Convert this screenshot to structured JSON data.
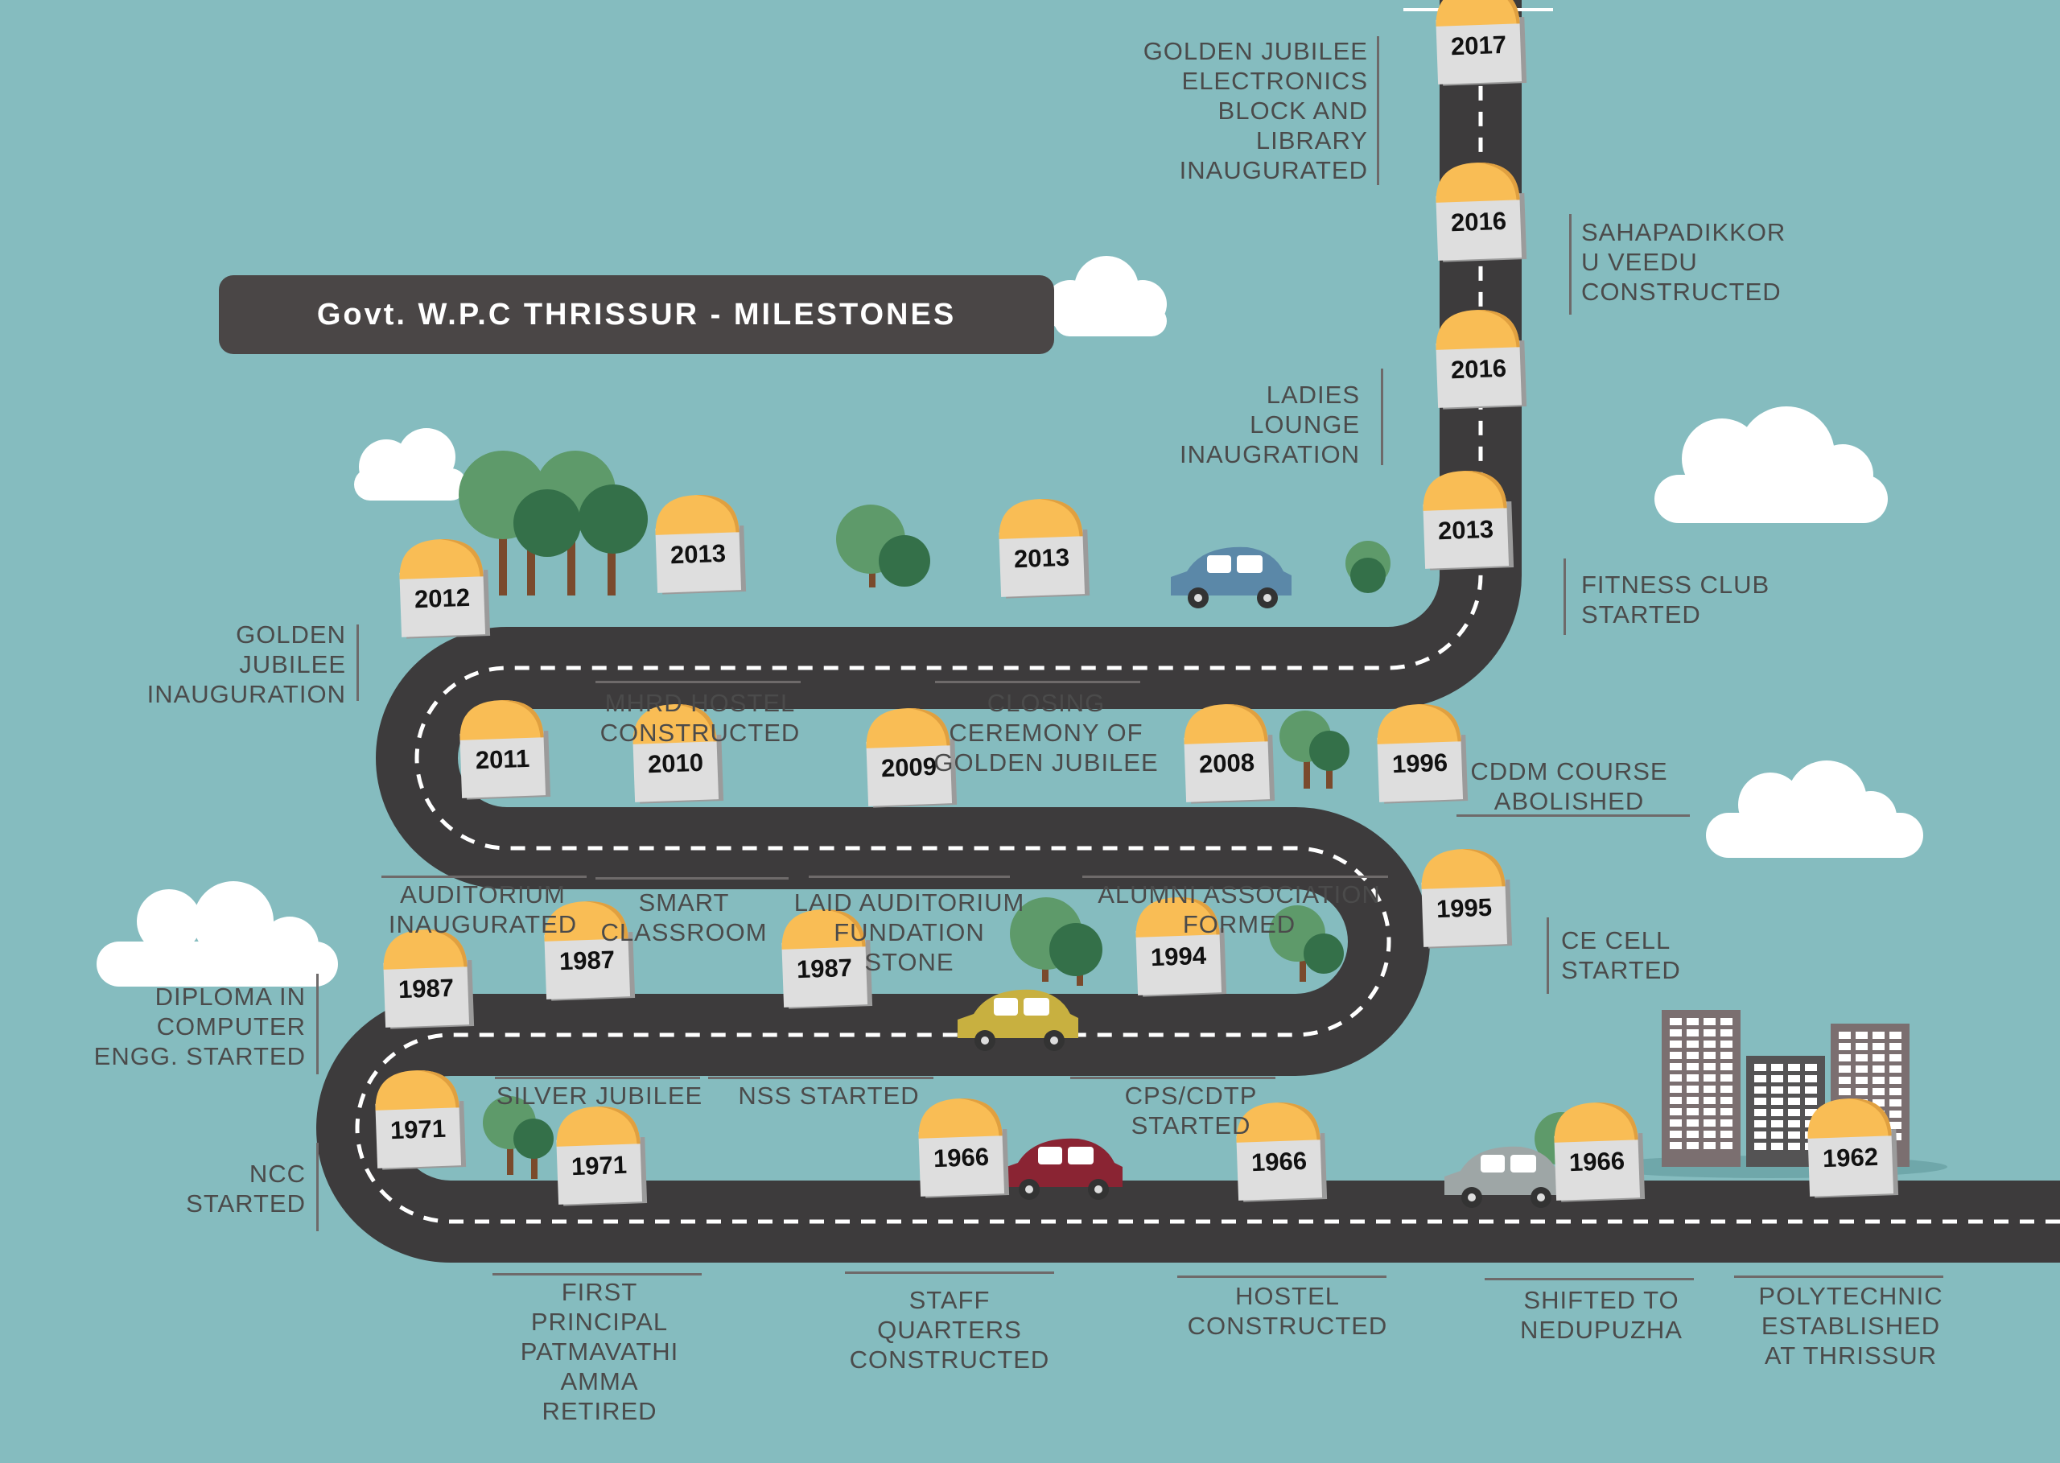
{
  "title": "Govt. W.P.C THRISSUR - MILESTONES",
  "colors": {
    "background": "#85bcbf",
    "road": "#3d3b3c",
    "stone_top": "#f9bd55",
    "stone_body": "#dedede",
    "title_box": "#4a4646"
  },
  "milestones": [
    {
      "year": "1962",
      "text": "POLYTECHNIC\nESTABLISHED\nAT THRISSUR"
    },
    {
      "year": "1966",
      "text": "SHIFTED TO\nNEDUPUZHA"
    },
    {
      "year": "1966",
      "text": "HOSTEL\nCONSTRUCTED"
    },
    {
      "year": "1966",
      "text": "STAFF\nQUARTERS\nCONSTRUCTED"
    },
    {
      "year": "1971",
      "text": "FIRST\nPRINCIPAL\nPATMAVATHI\nAMMA\nRETIRED"
    },
    {
      "year": "1971",
      "text": "NCC\nSTARTED"
    },
    {
      "year": "1987",
      "text": "DIPLOMA IN\nCOMPUTER\nENGG. STARTED"
    },
    {
      "year": "1987",
      "text": "SILVER JUBILEE"
    },
    {
      "year": "1987",
      "text": "NSS STARTED"
    },
    {
      "year": "1994",
      "text": "CPS/CDTP\nSTARTED"
    },
    {
      "year": "1995",
      "text": "CE  CELL\nSTARTED"
    },
    {
      "year": "1996",
      "text": "CDDM COURSE\nABOLISHED"
    },
    {
      "year": "2008",
      "text": "ALUMNI ASSOCIATION\nFORMED"
    },
    {
      "year": "2009",
      "text": "LAID AUDITORIUM\nFUNDATION\nSTONE"
    },
    {
      "year": "2010",
      "text": "SMART\nCLASSROOM"
    },
    {
      "year": "2011",
      "text": "AUDITORIUM\nINAUGURATED"
    },
    {
      "year": "2012",
      "text": "GOLDEN\nJUBILEE\nINAUGURATION"
    },
    {
      "year": "2013",
      "text": "MHRD HOSTEL\nCONSTRUCTED"
    },
    {
      "year": "2013",
      "text": "CLOSING\nCEREMONY OF\nGOLDEN JUBILEE"
    },
    {
      "year": "2013",
      "text": "FITNESS CLUB\nSTARTED"
    },
    {
      "year": "2016",
      "text": "LADIES\nLOUNGE\nINAUGRATION"
    },
    {
      "year": "2016",
      "text": "SAHAPADIKKOR\nU VEEDU\nCONSTRUCTED"
    },
    {
      "year": "2017",
      "text": "GOLDEN JUBILEE\nELECTRONICS\nBLOCK  AND\nLIBRARY\nINAUGURATED"
    }
  ]
}
